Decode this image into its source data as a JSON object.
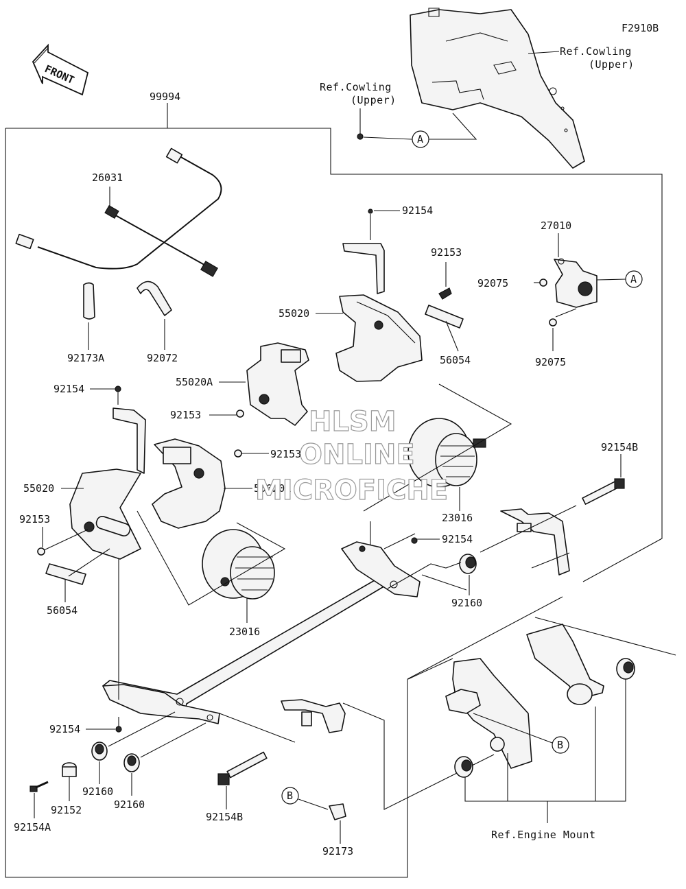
{
  "figure_code": "F2910B",
  "front_label": "FRONT",
  "watermark": {
    "line1": "HLSM",
    "line2": "ONLINE",
    "line3": "MICROFICHE"
  },
  "refs": {
    "cowling_upper_right_line1": "Ref.Cowling",
    "cowling_upper_right_line2": "(Upper)",
    "cowling_upper_left_line1": "Ref.Cowling",
    "cowling_upper_left_line2": "(Upper)",
    "engine_mount": "Ref.Engine Mount"
  },
  "callouts": {
    "a1": "A",
    "a2": "A",
    "b1": "B",
    "b2": "B"
  },
  "parts": {
    "p99994": "99994",
    "p26031": "26031",
    "p92173A": "92173A",
    "p92072": "92072",
    "p92154_top": "92154",
    "p92153_top": "92153",
    "p55020_top": "55020",
    "p56054_right": "56054",
    "p27010": "27010",
    "p92075_a": "92075",
    "p92075_b": "92075",
    "p55020A_a": "55020A",
    "p92153_mid": "92153",
    "p92153_mid2": "92153",
    "p55020A_b": "55020A",
    "p92154_left": "92154",
    "p55020_left": "55020",
    "p92153_left": "92153",
    "p56054_left": "56054",
    "p23016_right": "23016",
    "p23016_left": "23016",
    "p92154B_right": "92154B",
    "p92154_mid": "92154",
    "p92160_right": "92160",
    "p92154_low": "92154",
    "p92160_a": "92160",
    "p92160_b": "92160",
    "p92152": "92152",
    "p92154A": "92154A",
    "p92154B_low": "92154B",
    "p92173": "92173"
  }
}
